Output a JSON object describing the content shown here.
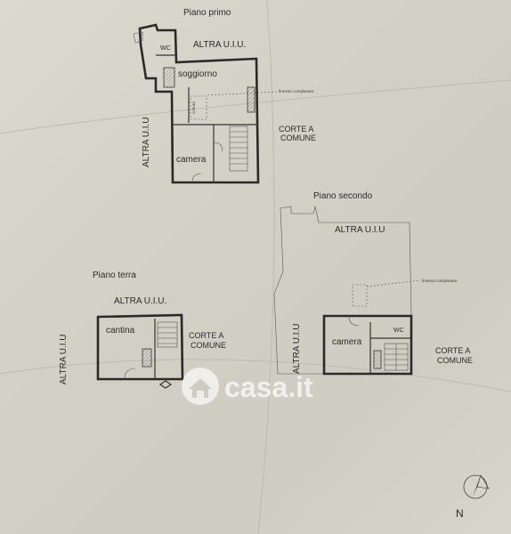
{
  "floors": {
    "primo": {
      "title": "Piano primo",
      "neighbor_top": "ALTRA U.I.U.",
      "neighbor_left": "ALTRA U.I.U",
      "court": [
        "CORTE A",
        "COMUNE"
      ],
      "rooms": {
        "wc": "WC",
        "soggiorno": "soggiorno",
        "camera": "camera"
      },
      "window_note": "finestra complanare",
      "vertical_note": "cottura"
    },
    "secondo": {
      "title": "Piano secondo",
      "neighbor_top": "ALTRA U.I.U",
      "neighbor_left": "ALTRA U.I.U",
      "court": [
        "CORTE A",
        "COMUNE"
      ],
      "rooms": {
        "camera": "camera",
        "wc": "WC"
      },
      "window_note": "finestra complanare"
    },
    "terra": {
      "title": "Piano terra",
      "neighbor_top": "ALTRA U.I.U.",
      "neighbor_left": "ALTRA U.I.U",
      "court": [
        "CORTE A",
        "COMUNE"
      ],
      "rooms": {
        "cantina": "cantina"
      }
    }
  },
  "compass": {
    "label": "N"
  },
  "watermark": {
    "text": "casa.it"
  },
  "colors": {
    "paper": "#d6d4c8",
    "ink": "#2b2b2b",
    "watermark": "#ffffff"
  }
}
